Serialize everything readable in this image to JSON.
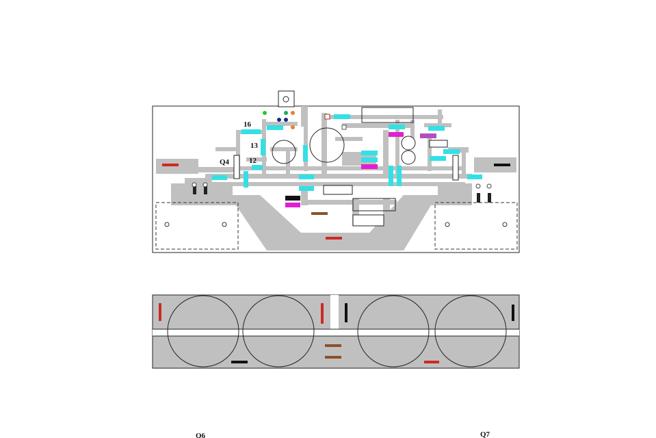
{
  "diagram": {
    "board_labels": {
      "q4": "Q4",
      "r16": "16",
      "r13": "13",
      "r12": "12"
    },
    "bottom_labels": {
      "q6": "Q6",
      "q7": "Q7"
    },
    "colors": {
      "trace": "#c0c0c0",
      "component_cyan": "#33e0e6",
      "component_magenta": "#e020d0",
      "component_purple": "#b050c0",
      "wire_red": "#cc2a20",
      "wire_black": "#111111",
      "wire_brown": "#8a5228",
      "board_outline": "#222222",
      "background": "#ffffff"
    }
  }
}
